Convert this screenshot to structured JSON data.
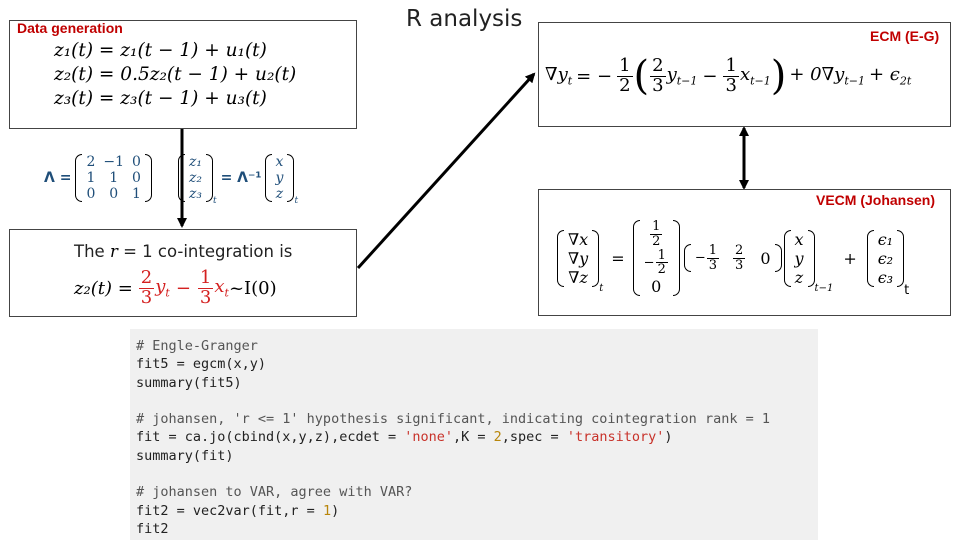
{
  "title": "R analysis",
  "boxes": {
    "data_gen": {
      "label": "Data generation",
      "lines": [
        "z₁(t) = z₁(t − 1) + u₁(t)",
        "z₂(t) = 0.5z₂(t − 1) + u₂(t)",
        "z₃(t) = z₃(t − 1) + u₃(t)"
      ]
    },
    "ecm": {
      "label": "ECM (E-G)",
      "lhs": "∇y",
      "lhs_sub": "t",
      "eq_sign": "= −",
      "f1_num": "1",
      "f1_den": "2",
      "f2_num": "2",
      "f2_den": "3",
      "y_term": "y",
      "y_sub": "t−1",
      "minus": "−",
      "f3_num": "1",
      "f3_den": "3",
      "x_term": "x",
      "x_sub": "t−1",
      "tail": "+ 0∇y",
      "tail_sub": "t−1",
      "eps": "+ ϵ",
      "eps_sub": "2t"
    },
    "vecm": {
      "label": "VECM (Johansen)",
      "lhs": [
        "∇x",
        "∇y",
        "∇z"
      ],
      "lhs_sub": "t",
      "alpha": [
        {
          "num": "1",
          "den": "2",
          "sign": ""
        },
        {
          "num": "1",
          "den": "2",
          "sign": "−"
        },
        {
          "num": "0",
          "den": "",
          "sign": ""
        }
      ],
      "beta": [
        {
          "num": "1",
          "den": "3",
          "sign": "−"
        },
        {
          "num": "2",
          "den": "3",
          "sign": ""
        },
        {
          "num": "0",
          "den": "",
          "sign": ""
        }
      ],
      "vars": [
        "x",
        "y",
        "z"
      ],
      "vars_sub": "t−1",
      "plus": "+",
      "eps": [
        "ϵ₁",
        "ϵ₂",
        "ϵ₃"
      ],
      "eps_sub": "t"
    },
    "coint": {
      "line1_a": "The",
      "line1_r": "r",
      "line1_b": "= 1 co-integration is",
      "lhs": "z₂(t) =",
      "f1_num": "2",
      "f1_den": "3",
      "y_term": "y",
      "y_sub": "t",
      "minus": "−",
      "f2_num": "1",
      "f2_den": "3",
      "x_term": "x",
      "x_sub": "t",
      "rhs": "~I(0)"
    }
  },
  "lambda_eq": {
    "lambda": "Λ =",
    "matrix": [
      [
        "2",
        "−1",
        "0"
      ],
      [
        "1",
        "1",
        "0"
      ],
      [
        "0",
        "0",
        "1"
      ]
    ],
    "z": [
      "z₁",
      "z₂",
      "z₃"
    ],
    "z_sub": "t",
    "mid": "= Λ⁻¹",
    "xyz": [
      "x",
      "y",
      "z"
    ],
    "xyz_sub": "t"
  },
  "code": {
    "lines": [
      [
        {
          "t": "# Engle-Granger",
          "c": "cm"
        }
      ],
      [
        {
          "t": "fit5 = egcm(x,y)",
          "c": ""
        }
      ],
      [
        {
          "t": "summary(fit5)",
          "c": ""
        }
      ],
      [
        {
          "t": "",
          "c": ""
        }
      ],
      [
        {
          "t": "# johansen, 'r <= 1' hypothesis significant, indicating cointegration rank = 1",
          "c": "cm"
        }
      ],
      [
        {
          "t": "fit = ca.jo(cbind(x,y,z),ecdet = ",
          "c": ""
        },
        {
          "t": "'none'",
          "c": "st"
        },
        {
          "t": ",K = ",
          "c": ""
        },
        {
          "t": "2",
          "c": "nu"
        },
        {
          "t": ",spec = ",
          "c": ""
        },
        {
          "t": "'transitory'",
          "c": "st"
        },
        {
          "t": ")",
          "c": ""
        }
      ],
      [
        {
          "t": "summary(fit)",
          "c": ""
        }
      ],
      [
        {
          "t": "",
          "c": ""
        }
      ],
      [
        {
          "t": "# johansen to VAR, agree with VAR?",
          "c": "cm"
        }
      ],
      [
        {
          "t": "fit2 = vec2var(fit,r = ",
          "c": ""
        },
        {
          "t": "1",
          "c": "nu"
        },
        {
          "t": ")",
          "c": ""
        }
      ],
      [
        {
          "t": "fit2",
          "c": ""
        }
      ]
    ]
  }
}
